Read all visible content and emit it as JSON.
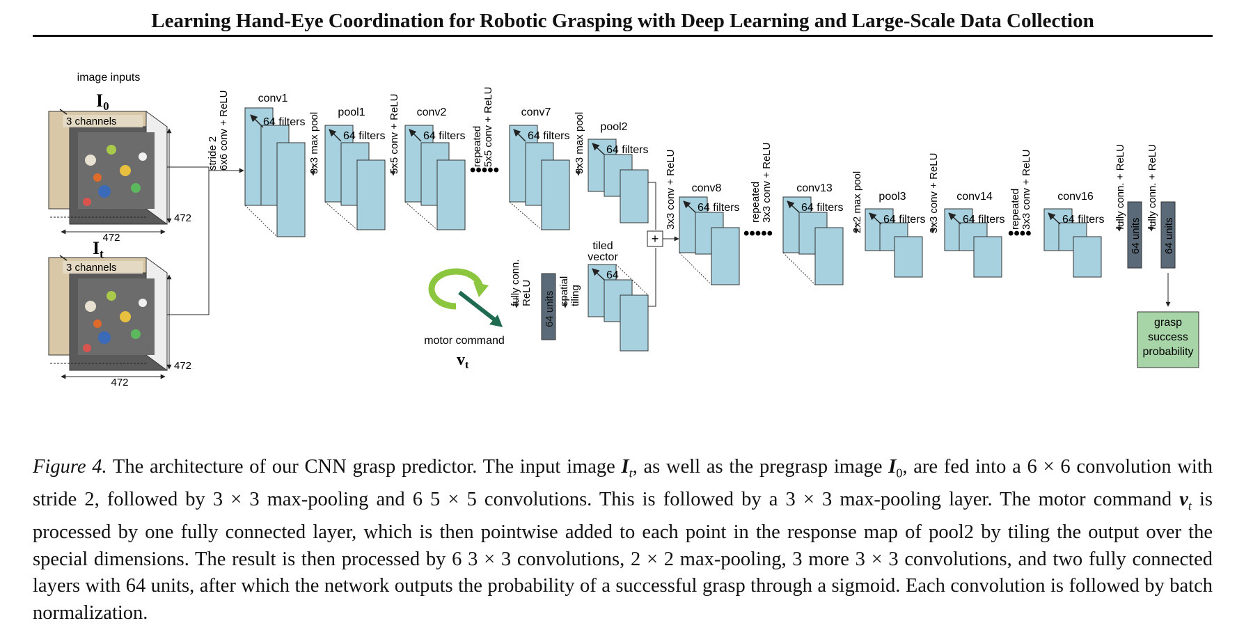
{
  "header": {
    "title": "Learning Hand-Eye Coordination for Robotic Grasping with Deep Learning and Large-Scale Data Collection"
  },
  "figure": {
    "image_inputs_label": "image inputs",
    "i0_symbol": "I",
    "i0_sub": "0",
    "it_symbol": "I",
    "it_sub": "t",
    "channels_label": "3 channels",
    "dim_472": "472",
    "stride_conv_label": "stride 2\n6x6 conv + ReLU",
    "conv1_label": "conv1",
    "pool1_label": "pool1",
    "conv2_label": "conv2",
    "conv7_label": "conv7",
    "pool2_label": "pool2",
    "conv8_label": "conv8",
    "conv13_label": "conv13",
    "pool3_label": "pool3",
    "conv14_label": "conv14",
    "conv16_label": "conv16",
    "filters_label": "64 filters",
    "maxpool3_label": "3x3 max pool",
    "conv5_label": "5x5 conv + ReLU",
    "repeated5_label": "repeated\n5x5 conv + ReLU",
    "conv3_label": "3x3 conv + ReLU",
    "repeated3_label": "repeated\n3x3 conv + ReLU",
    "maxpool2_label": "2x2 max pool",
    "fully_conn_label": "fully conn. + ReLU",
    "fully_conn_short_label": "fully conn.\nReLU",
    "spatial_tiling_label": "spatial\ntiling",
    "tiled_vector_label": "tiled\nvector",
    "units_64_label": "64 units",
    "vector_64_label": "64",
    "plus_label": "+",
    "motor_command_label": "motor command",
    "vt_symbol": "v",
    "vt_sub": "t",
    "output_label": "grasp\nsuccess\nprobability",
    "colors": {
      "block": "#a7d1df",
      "fc": "#5a6a78",
      "output": "#a8d5a8",
      "arrow_green": "#8cc63f",
      "arrow_dark": "#1e6b4f",
      "photo_frame": "#c9b79a"
    }
  },
  "caption": {
    "lead": "Figure 4.",
    "text1": " The architecture of our CNN grasp predictor.  The input image ",
    "sym_it": "I",
    "sub_it": "t",
    "text2": ", as well as the pregrasp image ",
    "sym_i0": "I",
    "sub_i0": "0",
    "text3": ", are fed into a 6 × 6 convolution with stride 2, followed by 3 × 3 max-pooling and 6 5 × 5 convolutions. This is followed by a 3 × 3 max-pooling layer. The motor command ",
    "sym_vt": "v",
    "sub_vt": "t",
    "text4": " is processed by one fully connected layer, which is then pointwise added to each point in the response map of pool2 by tiling the output over the special dimensions. The result is then processed by 6 3 × 3 convolutions, 2 × 2 max-pooling, 3 more 3 × 3 convolutions, and two fully connected layers with 64 units, after which the network outputs the probability of a successful grasp through a sigmoid. Each convolution is followed by batch normalization."
  }
}
